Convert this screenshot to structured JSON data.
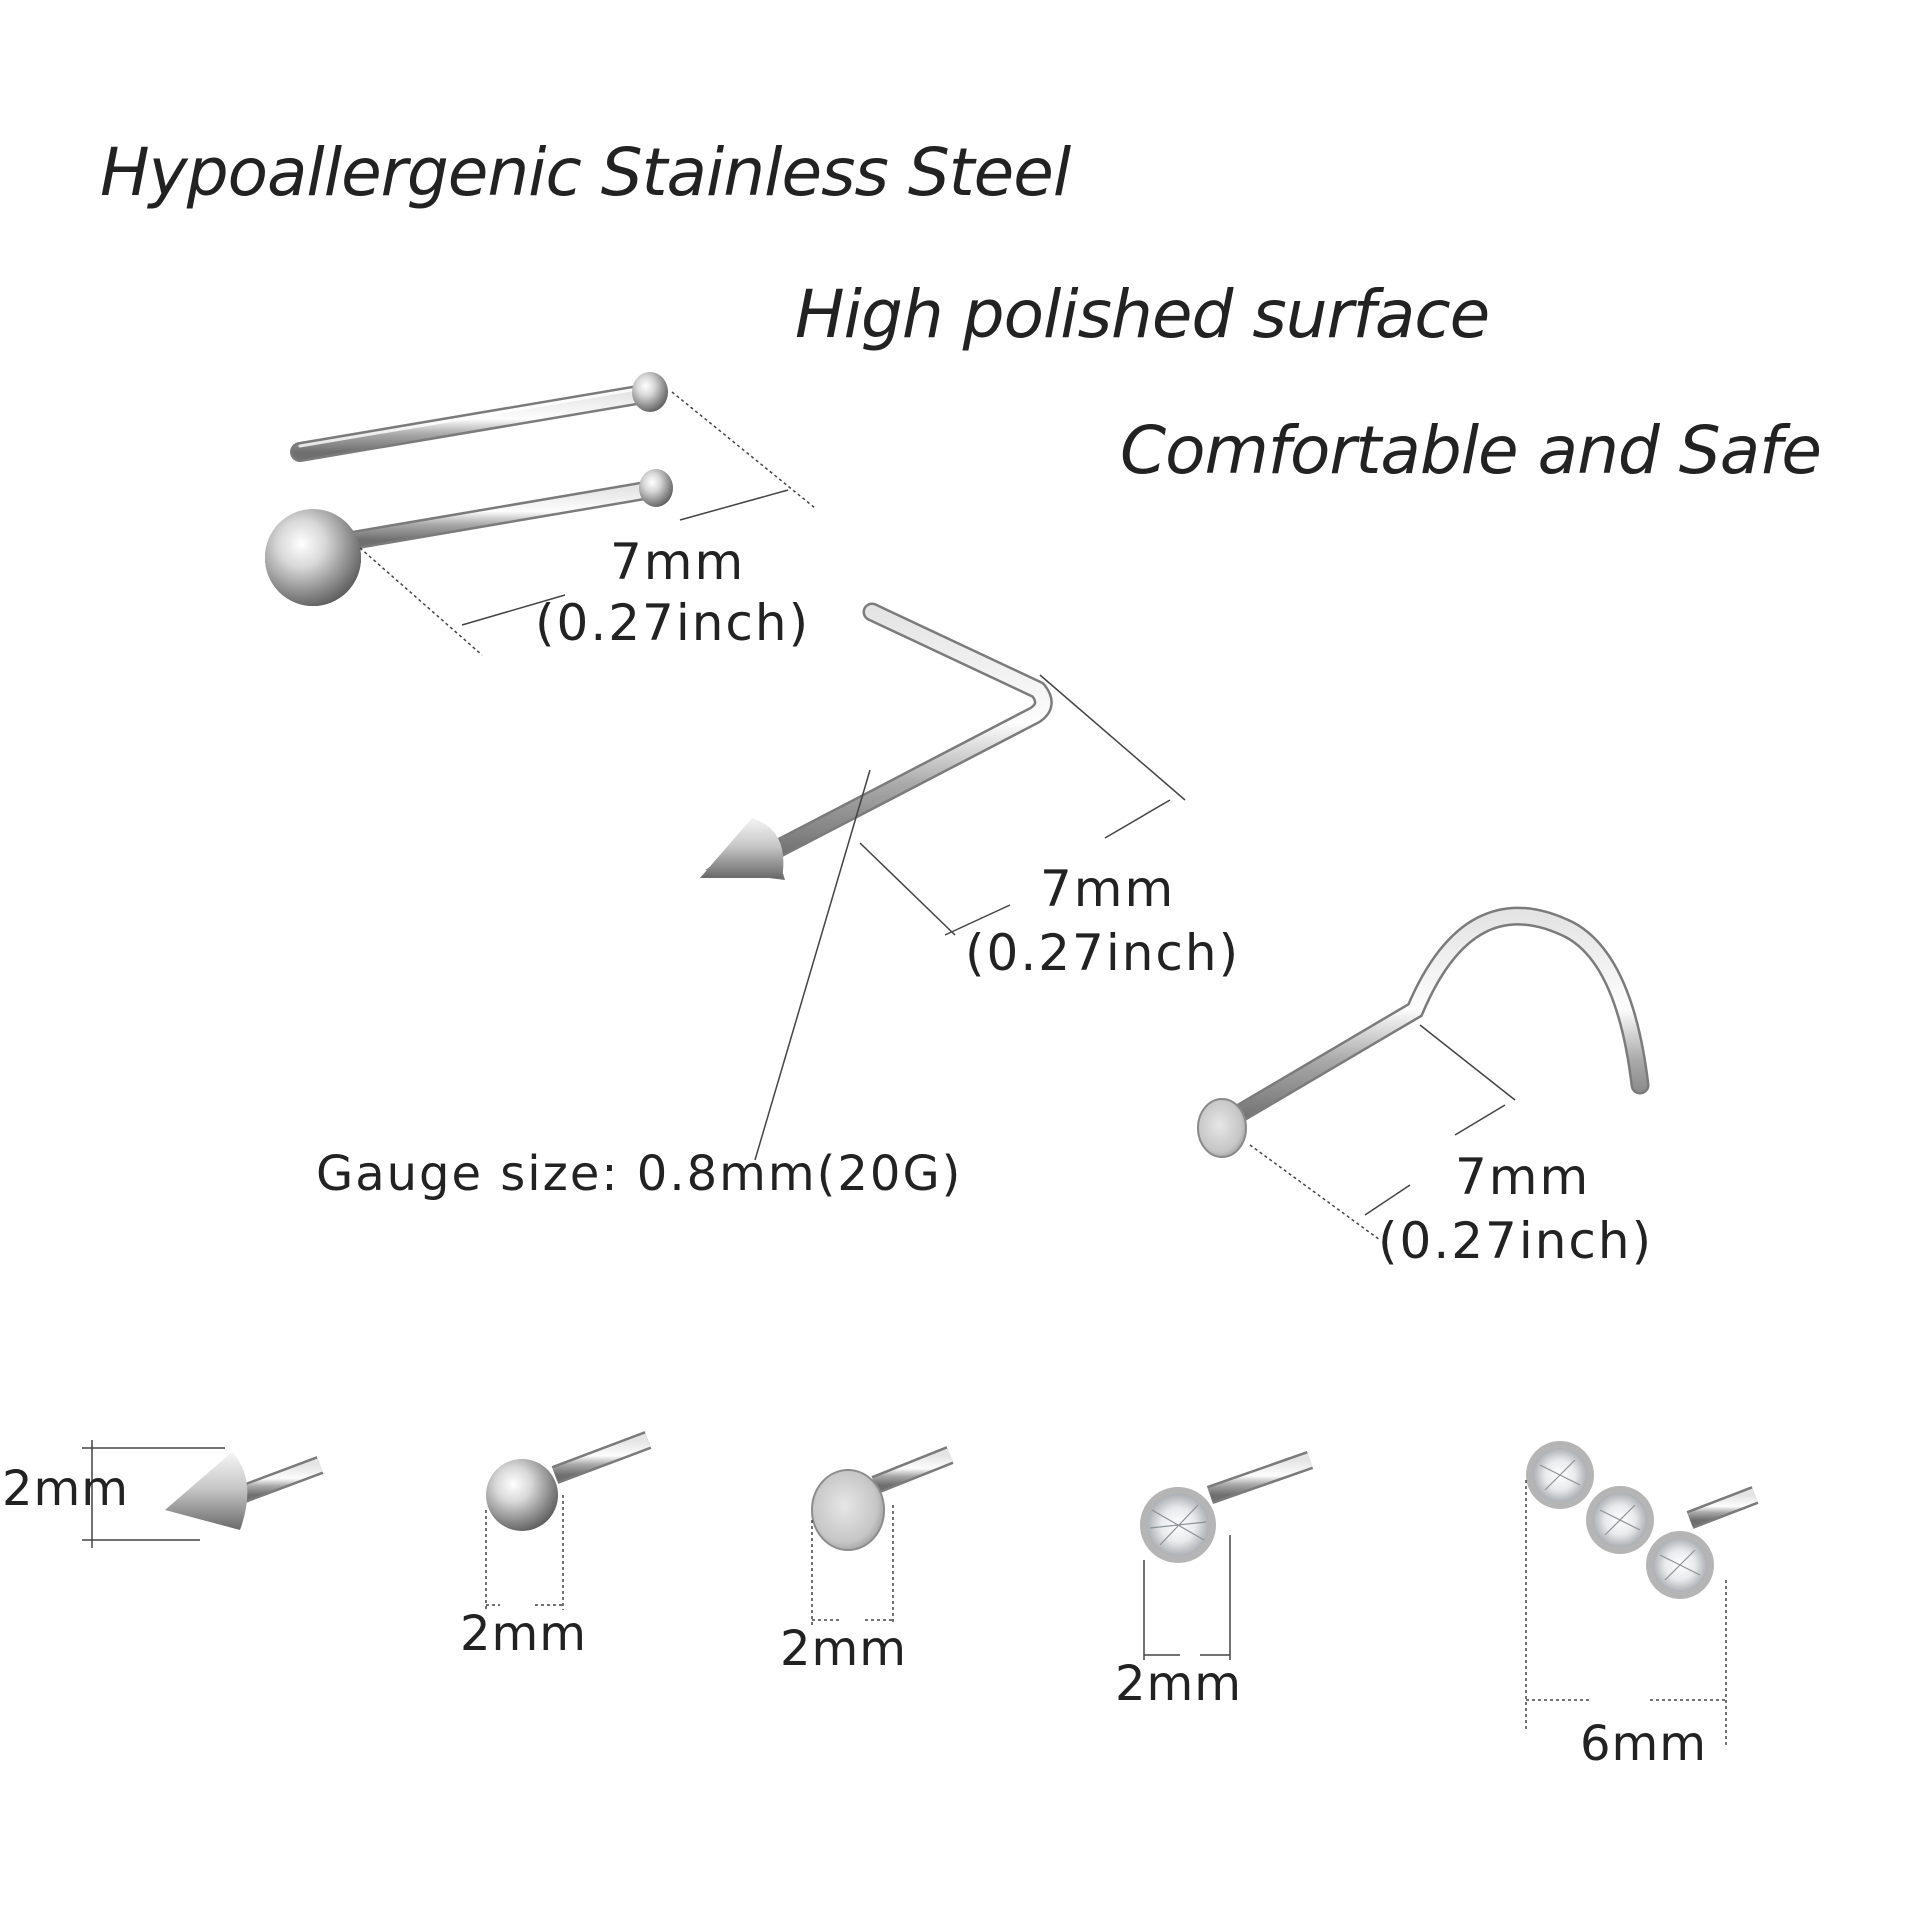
{
  "features": {
    "hypoallergenic": "Hypoallergenic Stainless Steel",
    "polished": "High polished surface",
    "comfort": "Comfortable and Safe"
  },
  "measurements": {
    "length_1_mm": "7mm",
    "length_1_inch": "(0.27inch)",
    "length_2_mm": "7mm",
    "length_2_inch": "(0.27inch)",
    "length_3_mm": "7mm",
    "length_3_inch": "(0.27inch)",
    "gauge": "Gauge size: 0.8mm(20G)"
  },
  "head_sizes": {
    "spike": "2mm",
    "ball": "2mm",
    "flat": "2mm",
    "single_gem": "2mm",
    "triple_gem": "6mm"
  },
  "colors": {
    "steel_light": "#f2f2f2",
    "steel_mid": "#b9b9b9",
    "steel_dark": "#6f6f6f",
    "ink": "#222222"
  }
}
